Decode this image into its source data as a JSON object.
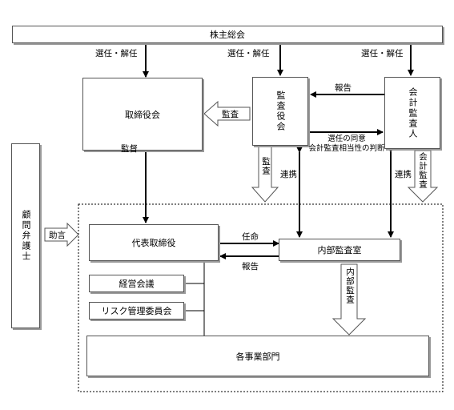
{
  "nodes": {
    "shareholders": "株主総会",
    "board": "取締役会",
    "audit_board": "監査役会",
    "accounting_auditor": "会計監査人",
    "legal_counsel": "顧問弁護士",
    "representative_director": "代表取締役",
    "internal_audit": "内部監査室",
    "management_meeting": "経営会議",
    "risk_committee": "リスク管理委員会",
    "departments": "各事業部門"
  },
  "labels": {
    "elect_1": "選任・解任",
    "elect_2": "選任・解任",
    "elect_3": "選任・解任",
    "report_top": "報告",
    "audit_board_arrow": "監査",
    "supervise": "監督",
    "consent_line1": "選任の同意",
    "consent_line2": "会計監査相当性の判断",
    "audit_down": "監査",
    "coop_left": "連携",
    "coop_right": "連携",
    "accounting_audit": "会計監査",
    "advice": "助言",
    "appoint": "任命",
    "report_bottom": "報告",
    "internal_audit_arrow": "内部監査"
  }
}
